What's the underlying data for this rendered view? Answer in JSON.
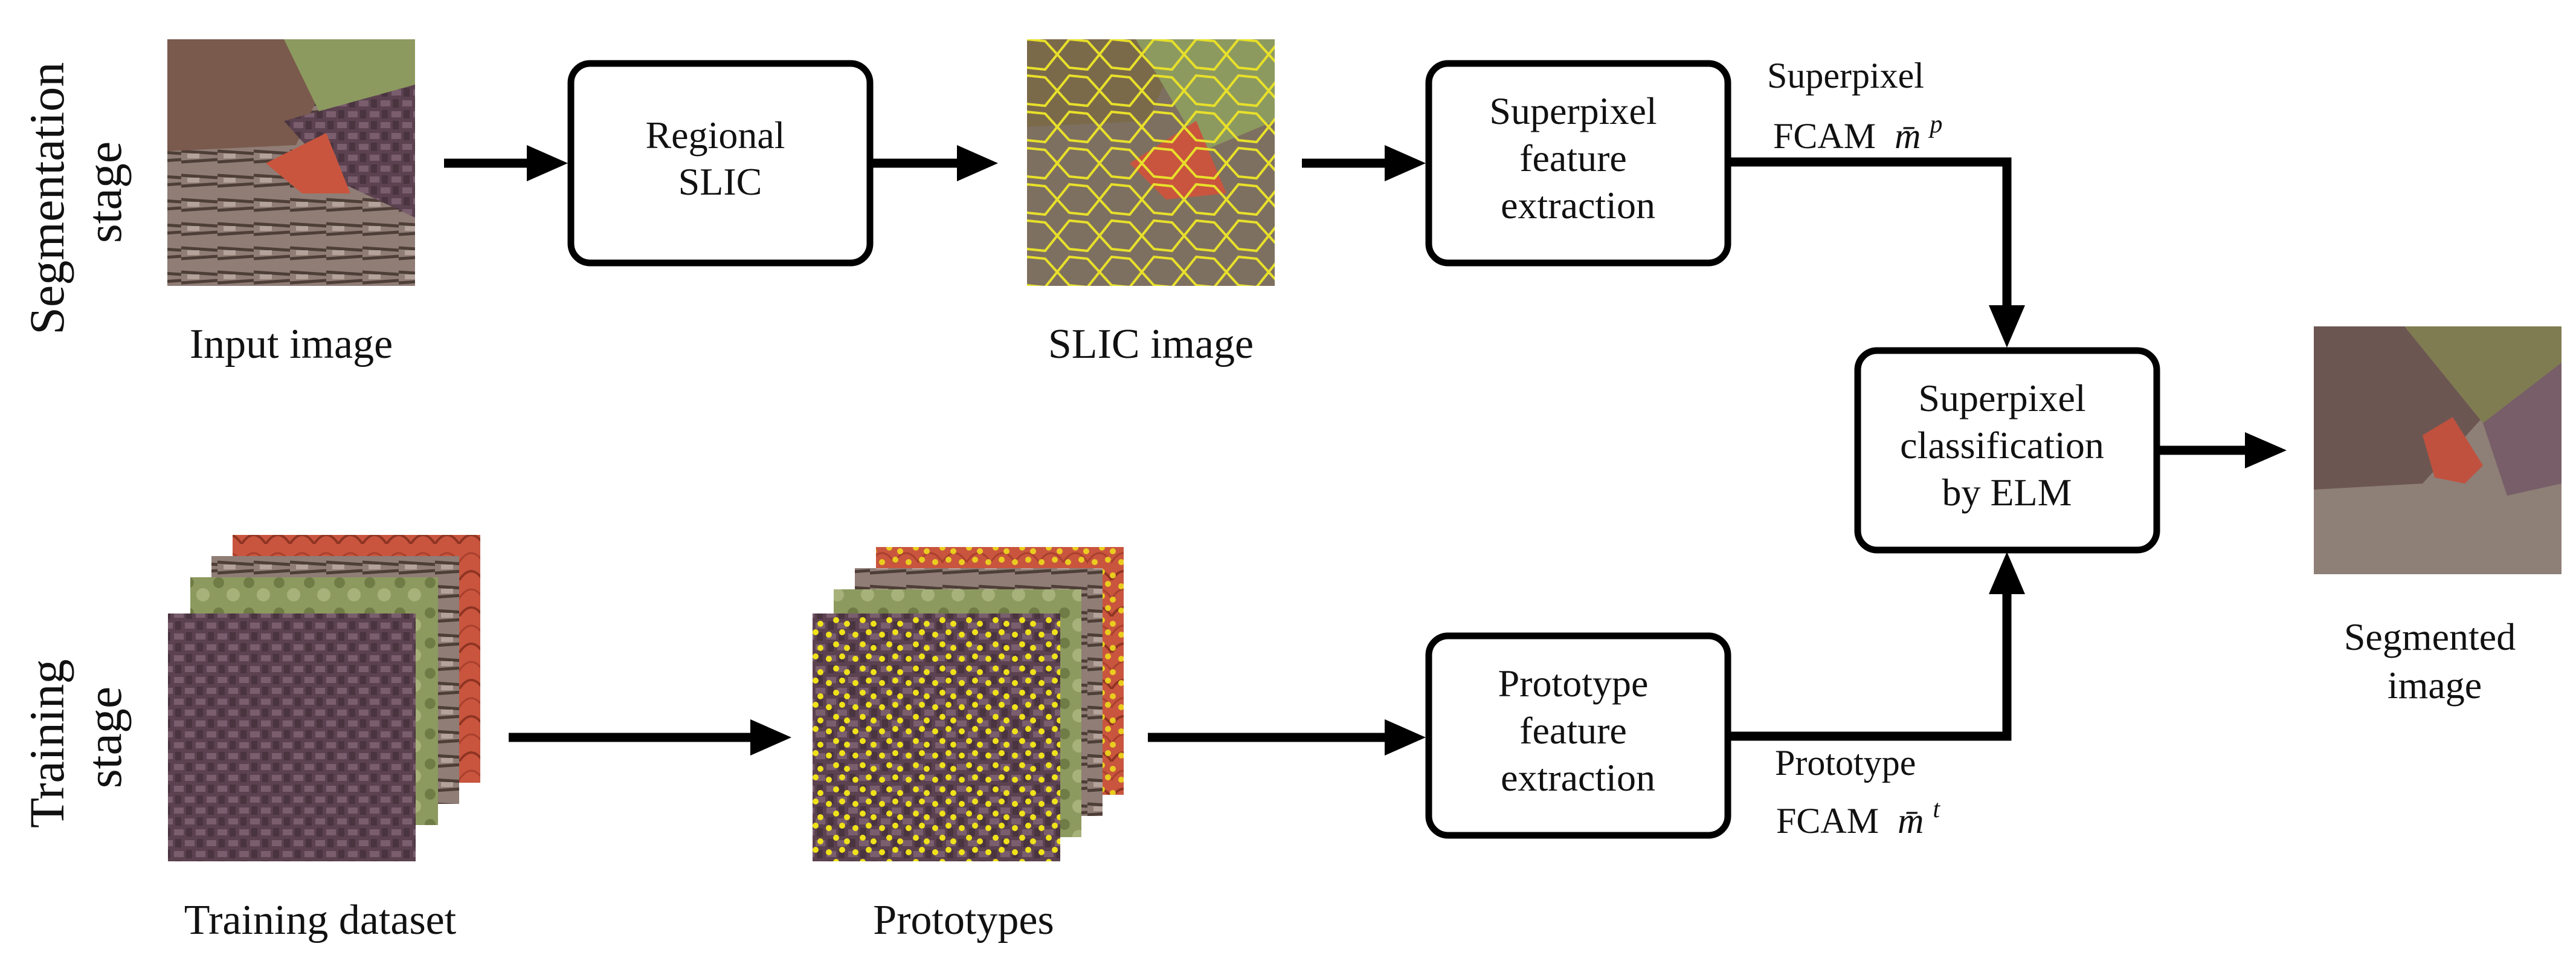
{
  "stages": {
    "segmentation": [
      "Segmentation",
      "stage"
    ],
    "training": [
      "Training",
      "stage"
    ]
  },
  "image_captions": {
    "input": "Input image",
    "slic": "SLIC image",
    "training_dataset": "Training dataset",
    "prototypes": "Prototypes",
    "segmented": [
      "Segmented",
      "image"
    ]
  },
  "process_boxes": {
    "regional_slic": [
      "Regional",
      "SLIC"
    ],
    "superpixel_feature": [
      "Superpixel",
      "feature",
      "extraction"
    ],
    "prototype_feature": [
      "Prototype",
      "feature",
      "extraction"
    ],
    "classification": [
      "Superpixel",
      "classification",
      "by ELM"
    ]
  },
  "edge_labels": {
    "superpixel_fcam": {
      "line1": "Superpixel",
      "line2": "FCAM",
      "symbol": "m̄",
      "sup": "p"
    },
    "prototype_fcam": {
      "line1": "Prototype",
      "line2": "FCAM",
      "symbol": "m̄",
      "sup": "t"
    }
  },
  "colors": {
    "line": "#000000",
    "bark": "#7a5a4c",
    "bark_light": "#b9aaa2",
    "tile_red": "#c9553e",
    "wicker": "#5c4250",
    "moss": "#8d9a5f",
    "slic_yellow": "#e8e02a",
    "seg_brown": "#6c5652",
    "seg_olive": "#807c52",
    "seg_mauve": "#775e68",
    "seg_grey": "#8e7f77",
    "seg_orange": "#c0513f"
  }
}
